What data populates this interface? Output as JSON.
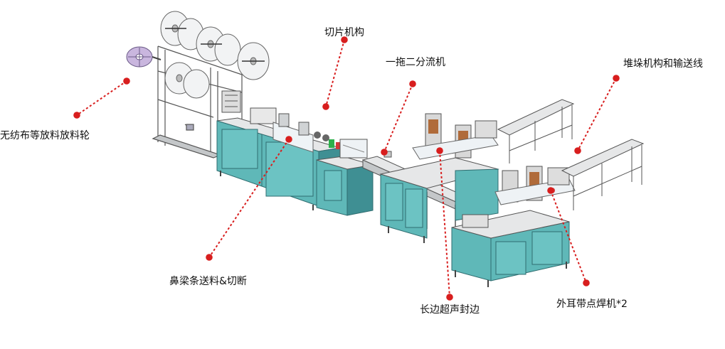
{
  "labels": {
    "unwind": "无纺布等放料放料轮",
    "cutting": "切片机构",
    "distributor": "一拖二分流机",
    "stacking": "堆垛机构和输送线",
    "nose_wire": "鼻梁条送料&切断",
    "edge_seal": "长边超声封边",
    "ear_loop": "外耳带点焊机*2"
  },
  "colors": {
    "leader": "#d81e1e",
    "cabinet": "#5fb8b8",
    "cabinet_dark": "#3f8f93",
    "frame": "#7d8184",
    "frame_light": "#c4c7c9",
    "table_top": "#e6e7e8",
    "roll": "#f2f3f4",
    "roll_purple": "#c9b6de"
  }
}
